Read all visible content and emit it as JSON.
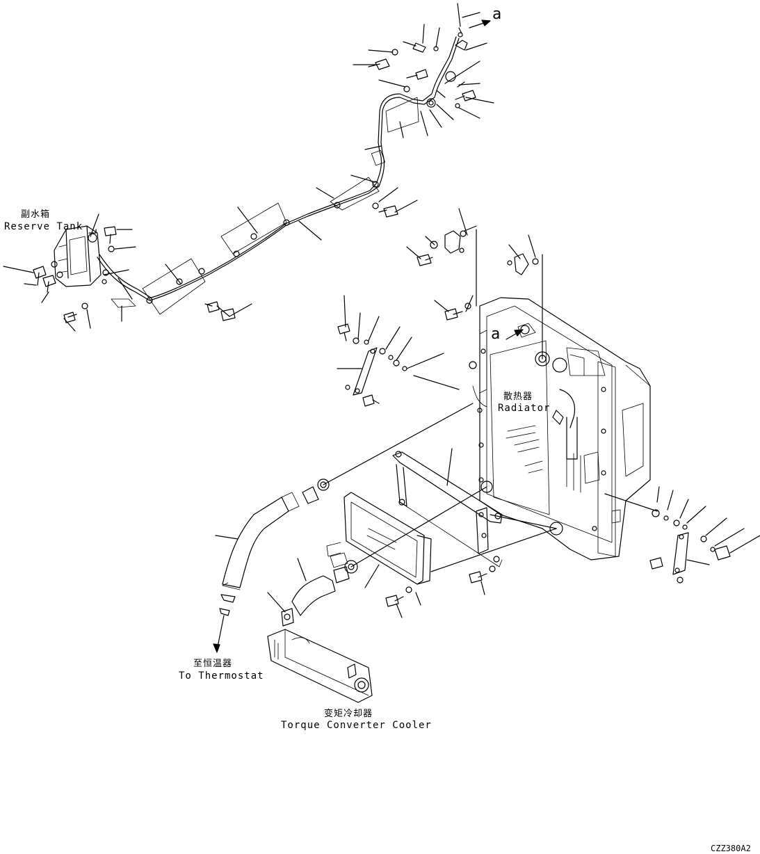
{
  "diagram": {
    "ref_letter_top": "a",
    "ref_letter_mid": "a",
    "reserve_tank": {
      "cn": "副水箱",
      "en": "Reserve Tank"
    },
    "radiator": {
      "cn": "散热器",
      "en": "Radiator"
    },
    "thermostat": {
      "cn": "至恒温器",
      "en": "To Thermostat"
    },
    "torque_converter_cooler": {
      "cn": "变矩冷却器",
      "en": "Torque Converter Cooler"
    },
    "drawing_code": "CZZ380A2"
  }
}
